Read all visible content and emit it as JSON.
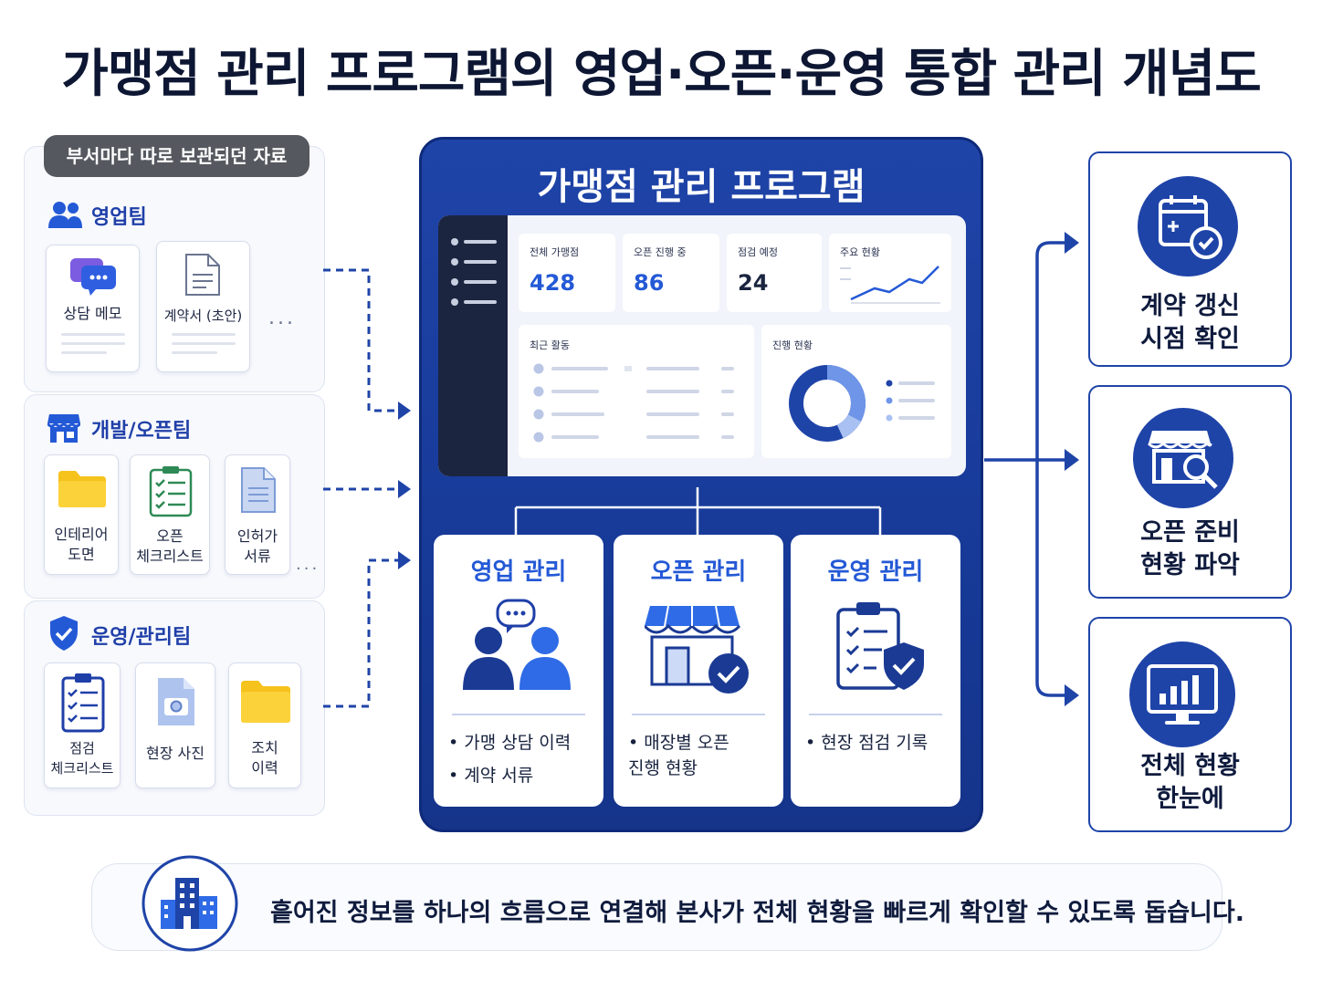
{
  "title": "가맹점 관리 프로그램의 영업·오픈·운영 통합 관리 개념도",
  "left": {
    "header": "부서마다 따로 보관되던 자료",
    "teams": [
      {
        "name": "영업팀",
        "icon": "users-icon",
        "docs": [
          {
            "label": "상담 메모",
            "icon": "chat-bubble-icon"
          },
          {
            "label": "계약서 (초안)",
            "icon": "document-icon"
          }
        ],
        "more": "..."
      },
      {
        "name": "개발/오픈팀",
        "icon": "store-icon",
        "docs": [
          {
            "label": "인테리어\n도면",
            "icon": "folder-icon"
          },
          {
            "label": "오픈\n체크리스트",
            "icon": "checklist-icon"
          },
          {
            "label": "인허가\n서류",
            "icon": "document-icon"
          }
        ],
        "more": "..."
      },
      {
        "name": "운영/관리팀",
        "icon": "shield-check-icon",
        "docs": [
          {
            "label": "점검\n체크리스트",
            "icon": "clipboard-icon"
          },
          {
            "label": "현장 사진",
            "icon": "camera-file-icon"
          },
          {
            "label": "조치\n이력",
            "icon": "folder-icon"
          }
        ]
      }
    ]
  },
  "program": {
    "title": "가맹점 관리 프로그램",
    "stats": [
      {
        "label": "전체 가맹점",
        "value": "428"
      },
      {
        "label": "오픈 진행 중",
        "value": "86"
      },
      {
        "label": "점검 예정",
        "value": "24"
      },
      {
        "label": "주요 현황",
        "value": ""
      }
    ],
    "recent_label": "최근 활동",
    "progress_label": "진행 현황",
    "modules": [
      {
        "title": "영업 관리",
        "icon": "consult-people-icon",
        "bullets": [
          "가맹 상담 이력",
          "계약 서류"
        ]
      },
      {
        "title": "오픈 관리",
        "icon": "store-check-icon",
        "bullets": [
          "매장별 오픈\n진행 현황"
        ]
      },
      {
        "title": "운영 관리",
        "icon": "clipboard-shield-icon",
        "bullets": [
          "현장 점검 기록"
        ]
      }
    ]
  },
  "results": [
    {
      "label": "계약 갱신\n시점 확인",
      "icon": "calendar-check-icon"
    },
    {
      "label": "오픈 준비\n현황 파악",
      "icon": "store-search-icon"
    },
    {
      "label": "전체 현황\n한눈에",
      "icon": "monitor-chart-icon"
    }
  ],
  "footer": {
    "icon": "building-icon",
    "text": "흩어진 정보를 하나의 흐름으로 연결해 본사가 전체 현황을 빠르게 확인할 수 있도록 돕습니다."
  },
  "colors": {
    "primary": "#1f44a8",
    "accent": "#2459d6",
    "dark": "#0f1b3d",
    "pill": "#55595f",
    "folder": "#f6c21c"
  }
}
